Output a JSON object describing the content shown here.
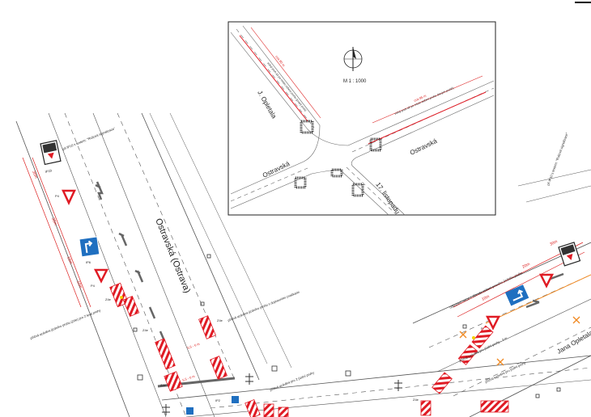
{
  "inset": {
    "scale": "M 1 : 1000",
    "streets": {
      "ostravska_e": "Ostravská",
      "ostravska_w": "Ostravská",
      "opletala": "J. Opletala",
      "listopadu": "17. listopadu"
    },
    "dims": {
      "nw": "cca 80 m",
      "ne": "cca 85 m"
    },
    "notes": {
      "nw": "volný pruh až po místo zúžení pruhu (pravý pruh)",
      "ne": "volný pruh až po místo zúžení pruhu (levých pruhů)"
    }
  },
  "main": {
    "street_label": "Ostravská (Ostrava)",
    "street_label_2": "Jana Opletala",
    "sign_codes": {
      "p4": "P4",
      "ip19a": "IP19",
      "z4e_1": "Z4e",
      "z4e_2": "Z4e",
      "z4e_3": "Z4e",
      "z4e_4": "Z4e",
      "z4e_5": "Z4e",
      "ip6": "IP6",
      "ip2": "IP2"
    },
    "notes": {
      "left_top": "při IP10 s textem: \"Rušová signalizace\"",
      "left_mid": "příčná uzávěra jízdního pruhu (Z4e) pro 2 levé pruhy",
      "center": "příčná uzávěra jízdního pruhu s dopravními značkami",
      "bottom_center": "příčná uzávěra pro 2 jízdní pruhy",
      "right_top": "při IP10 s textem: \"Rušová signalizace\"",
      "right_mid": "odbočení nelze z důvodu zúžení pravého jízdního pruhu",
      "right_low": "příčná uzávěra pro jízdní pruhy - 3 m",
      "right_bottom": "příčná uzávěra pro jízdní pruhy"
    },
    "dims": {
      "d30a": "30m",
      "d30b": "30m",
      "d10": "10m",
      "d10b": "10m",
      "d30r": "30m",
      "d20r": "20m",
      "d10r": "10m",
      "d5a": "5,5 - 6 m",
      "d5b": "5,5 - 6 m"
    }
  }
}
